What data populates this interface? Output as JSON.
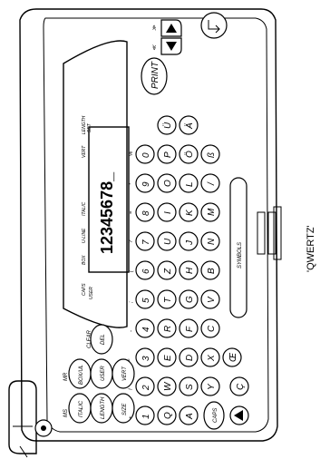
{
  "caption": "'QWERTZ'",
  "display": {
    "text": "12345678_",
    "indicators": [
      "CAPS",
      "BOX",
      "U-LINE",
      "ITALIC",
      "VERT",
      "LENGTH",
      "SET",
      "USER"
    ]
  },
  "function_keys": {
    "print": "PRINT",
    "italic": "ITALIC",
    "boxul": "BOX/UL",
    "length": "LENGTH",
    "user": "USER",
    "size": "SIZE",
    "vert": "VERT",
    "clear": "CLEAR",
    "del": "DEL",
    "caps": "CAPS",
    "symbols": "SYMBOLS",
    "ms": "MS",
    "mr": "MR"
  },
  "rows": [
    [
      "1",
      "2",
      "3",
      "4",
      "5",
      "6",
      "7",
      "8",
      "9",
      "0"
    ],
    [
      "W",
      "E",
      "R",
      "T",
      "Z",
      "U",
      "I",
      "O",
      "P",
      "Ü"
    ],
    [
      "S",
      "D",
      "F",
      "G",
      "H",
      "J",
      "K",
      "L",
      "Ö",
      "Ä"
    ],
    [
      "Y",
      "X",
      "C",
      "V",
      "B",
      "N",
      "M",
      "/",
      "ß"
    ],
    [
      "Q",
      "A",
      "Ç",
      "Œ"
    ]
  ],
  "top_symbols": [
    "+",
    "!",
    "\"",
    "-",
    "(",
    ";",
    "?",
    "=",
    "*",
    "%"
  ]
}
